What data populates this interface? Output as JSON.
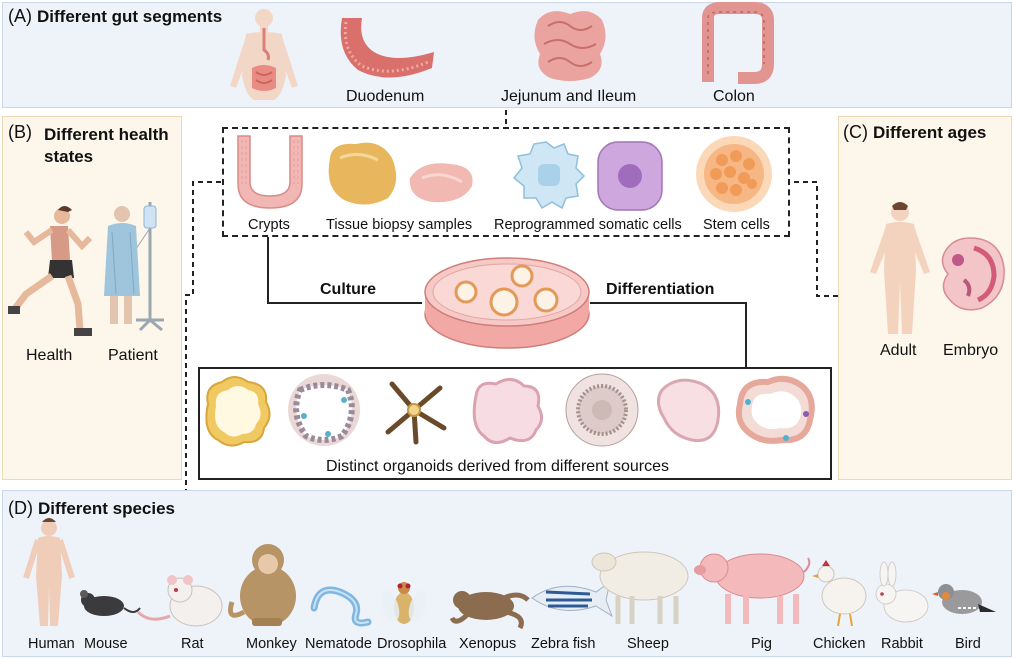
{
  "panel_a": {
    "letter": "(A)",
    "title": "Different gut segments",
    "segments": [
      "Duodenum",
      "Jejunum and Ileum",
      "Colon"
    ]
  },
  "panel_b": {
    "letter": "(B)",
    "title_line1": "Different health",
    "title_line2": "states",
    "states": [
      "Health",
      "Patient"
    ]
  },
  "panel_c": {
    "letter": "(C)",
    "title": "Different ages",
    "ages": [
      "Adult",
      "Embryo"
    ]
  },
  "sources": {
    "items": [
      "Crypts",
      "Tissue biopsy samples",
      "Reprogrammed somatic cells",
      "Stem cells"
    ]
  },
  "process": {
    "culture": "Culture",
    "differentiation": "Differentiation"
  },
  "organoids": {
    "caption": "Distinct organoids derived from different sources"
  },
  "panel_d": {
    "letter": "(D)",
    "title": "Different species",
    "species": [
      "Human",
      "Mouse",
      "Rat",
      "Monkey",
      "Nematode",
      "Drosophila",
      "Xenopus",
      "Zebra fish",
      "Sheep",
      "Pig",
      "Chicken",
      "Rabbit",
      "Bird"
    ]
  },
  "colors": {
    "panel_blue": "#eef3fa",
    "panel_beige": "#fdf6ea",
    "gut_pink": "#e9a3a0",
    "organoid_yellow": "#f6e3a6"
  }
}
